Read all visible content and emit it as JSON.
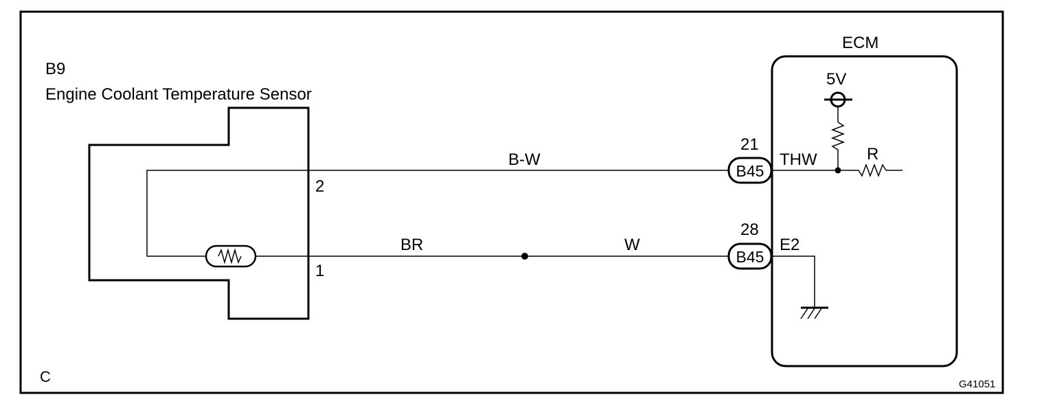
{
  "sensor": {
    "code": "B9",
    "name": "Engine Coolant Temperature Sensor",
    "pin_upper": "2",
    "pin_lower": "1"
  },
  "wires": {
    "upper_color": "B-W",
    "lower_left_color": "BR",
    "lower_right_color": "W"
  },
  "ecm": {
    "title": "ECM",
    "supply": "5V",
    "resistor_label": "R",
    "upper_terminal": {
      "pin": "21",
      "connector": "B45",
      "signal": "THW"
    },
    "lower_terminal": {
      "pin": "28",
      "connector": "B45",
      "signal": "E2"
    }
  },
  "corner_label": "C",
  "figure_code": "G41051"
}
